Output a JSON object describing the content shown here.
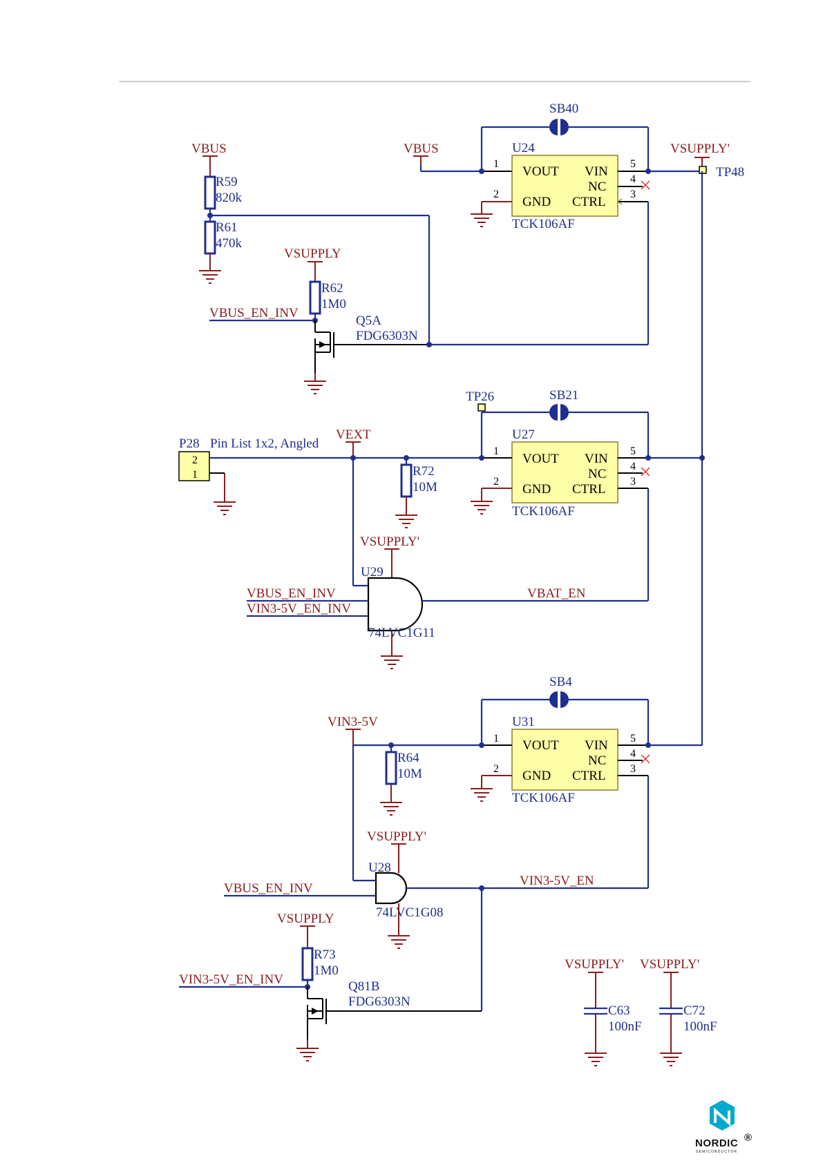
{
  "components": {
    "sb40": "SB40",
    "sb21": "SB21",
    "sb4": "SB4",
    "u24": "U24",
    "u27": "U27",
    "u31": "U31",
    "u29": "U29",
    "u28": "U28",
    "r59": "R59",
    "r59_val": "820k",
    "r61": "R61",
    "r61_val": "470k",
    "r62": "R62",
    "r62_val": "1M0",
    "r72": "R72",
    "r72_val": "10M",
    "r64": "R64",
    "r64_val": "10M",
    "r73": "R73",
    "r73_val": "1M0",
    "q5a": "Q5A",
    "q5a_part": "FDG6303N",
    "q81b": "Q81B",
    "q81b_part": "FDG6303N",
    "tp48": "TP48",
    "tp26": "TP26",
    "p28": "P28",
    "p28_desc": "Pin List 1x2, Angled",
    "c63": "C63",
    "c63_val": "100nF",
    "c72": "C72",
    "c72_val": "100nF",
    "ldo_part": "TCK106AF",
    "gate_u29": "74LVC1G11",
    "gate_u28": "74LVC1G08"
  },
  "ldo_pins": {
    "vout": "VOUT",
    "vin": "VIN",
    "nc": "NC",
    "gnd": "GND",
    "ctrl": "CTRL",
    "p1": "1",
    "p2": "2",
    "p3": "3",
    "p4": "4",
    "p5": "5"
  },
  "connector_pins": {
    "p2": "2",
    "p1": "1"
  },
  "nets": {
    "vbus": "VBUS",
    "vsupply": "VSUPPLY",
    "vsupply_p": "VSUPPLY'",
    "vbus_en_inv": "VBUS_EN_INV",
    "vext": "VEXT",
    "vin3_5v": "VIN3-5V",
    "vin3_5v_en_inv": "VIN3-5V_EN_INV",
    "vbat_en": "VBAT_EN",
    "vin3_5v_en": "VIN3-5V_EN"
  },
  "logo": {
    "name": "NORDIC",
    "mark": "®",
    "sub": "SEMICONDUCTOR"
  },
  "colors": {
    "wire": "#1f2f8f",
    "power": "#8b1a1a",
    "ic_fill": "#ffffa8"
  }
}
